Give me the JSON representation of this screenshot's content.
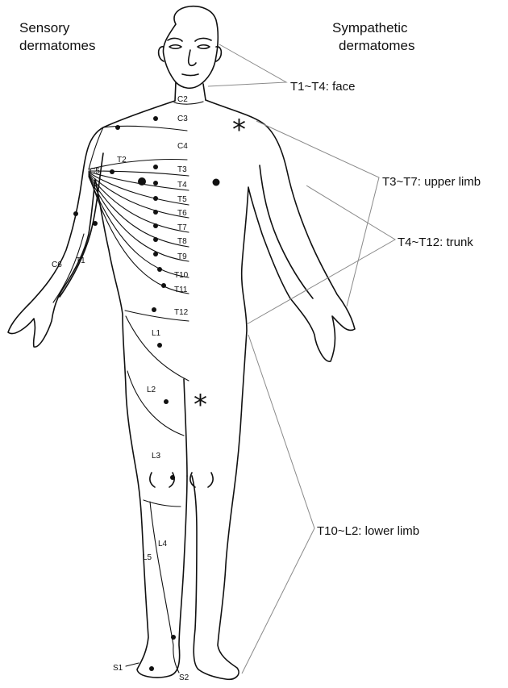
{
  "headers": {
    "sensory_line1": "Sensory",
    "sensory_line2": "dermatomes",
    "sympathetic_line1": "Sympathetic",
    "sympathetic_line2": "dermatomes"
  },
  "annotations": {
    "face": "T1~T4: face",
    "upper_limb": "T3~T7: upper limb",
    "trunk": "T4~T12: trunk",
    "lower_limb": "T10~L2: lower limb"
  },
  "segments": {
    "C2": "C2",
    "C3": "C3",
    "C4": "C4",
    "C5": "C5",
    "C6": "C6",
    "T1": "T1",
    "T2": "T2",
    "T3": "T3",
    "T4": "T4",
    "T5": "T5",
    "T6": "T6",
    "T7": "T7",
    "T8": "T8",
    "T9": "T9",
    "T10": "T10",
    "T11": "T11",
    "T12": "T12",
    "L1": "L1",
    "L2": "L2",
    "L3": "L3",
    "L4": "L4",
    "L5": "L5",
    "S1": "S1",
    "S2": "S2"
  },
  "markers": {
    "asterisk": "*"
  }
}
